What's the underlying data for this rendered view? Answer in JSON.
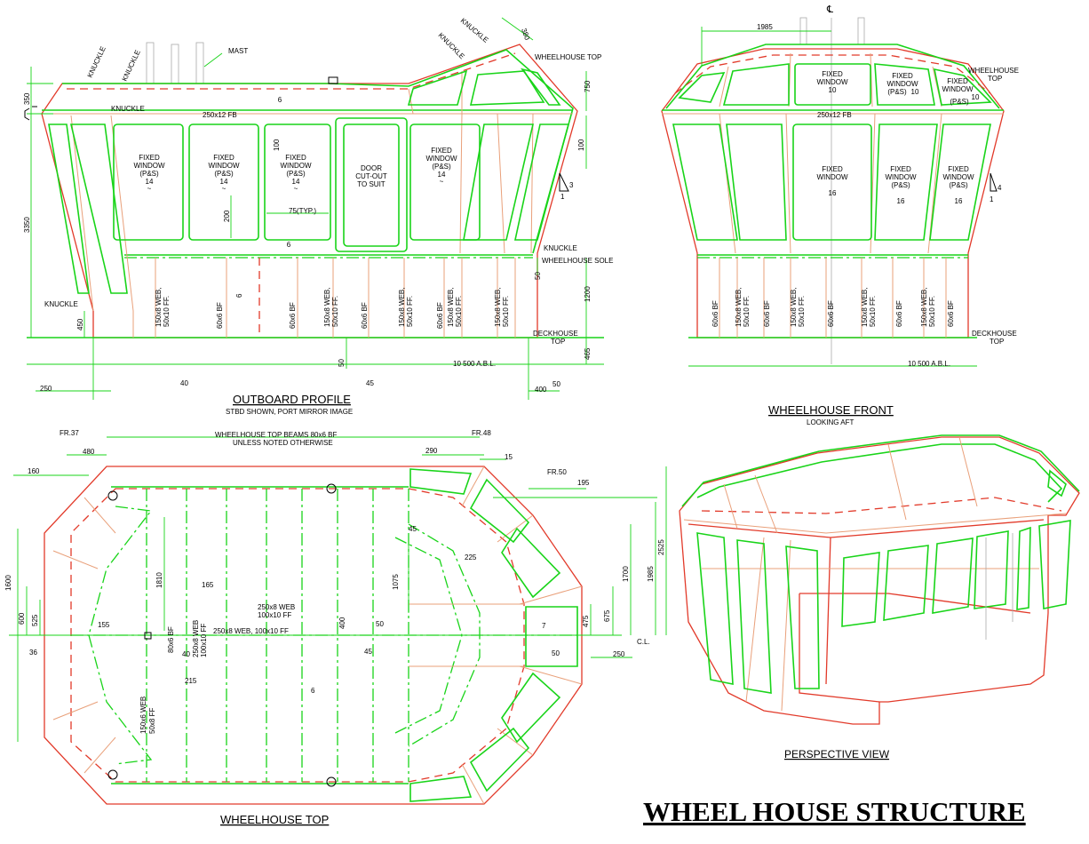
{
  "title": "WHEEL HOUSE STRUCTURE",
  "views": {
    "outboard": {
      "title": "OUTBOARD PROFILE",
      "subtitle": "STBD SHOWN, PORT MIRROR IMAGE",
      "knuckle": "KNUCKLE",
      "mast": "MAST",
      "wh_top": "WHEELHOUSE TOP",
      "wh_sole": "WHEELHOUSE SOLE",
      "dh_top_1": "DECKHOUSE",
      "dh_top_2": "TOP",
      "fb": "250x12 FB",
      "window_1": "FIXED",
      "window_2": "WINDOW",
      "window_3": "(P&S)",
      "window_n": "14",
      "door_1": "DOOR",
      "door_2": "CUT-OUT",
      "door_3": "TO SUIT",
      "typ": "75(TYP.)",
      "abl": "10 500 A.B.L.",
      "web_1": "150x8 WEB,",
      "web_2": "50x10 FF.",
      "bf": "60x6 BF",
      "six": "6",
      "tilde": "~",
      "dims": [
        "350",
        "3350",
        "450",
        "250",
        "40",
        "45",
        "50",
        "400",
        "50",
        "465",
        "1200",
        "50",
        "100",
        "750",
        "380",
        "200",
        "100",
        "3",
        "1"
      ]
    },
    "front": {
      "title": "WHEELHOUSE FRONT",
      "subtitle": "LOOKING AFT",
      "cl": "℄",
      "wh_top_1": "WHEELHOUSE",
      "wh_top_2": "TOP",
      "dh_top_1": "DECKHOUSE",
      "dh_top_2": "TOP",
      "fb": "250x12 FB",
      "window_1": "FIXED",
      "window_2": "WINDOW",
      "window_3": "(P&S)",
      "n10": "10",
      "n16": "16",
      "abl": "10 500 A.B.L.",
      "dims": [
        "1985",
        "4",
        "1"
      ]
    },
    "top": {
      "title": "WHEELHOUSE TOP",
      "beams_1": "WHEELHOUSE TOP BEAMS 80x6 BF",
      "beams_2": "UNLESS NOTED OTHERWISE",
      "fr37": "FR.37",
      "fr48": "FR.48",
      "fr50": "FR.50",
      "cl": "C.L.",
      "web_a_1": "250x8 WEB",
      "web_a_2": "100x10 FF",
      "web_b": "250x8 WEB, 100x10 FF",
      "web_c_1": "250x8 WEB",
      "web_c_2": "100x10 FF",
      "bf": "80x6 BF",
      "ff_1": "150x6 WEB",
      "ff_2": "50x8 FF",
      "dims": [
        "480",
        "160",
        "290",
        "15",
        "195",
        "1600",
        "600",
        "525",
        "36",
        "155",
        "1810",
        "165",
        "40",
        "215",
        "1075",
        "45",
        "225",
        "400",
        "50",
        "45",
        "7",
        "50",
        "475",
        "675",
        "250",
        "1700",
        "1985",
        "2525",
        "6"
      ]
    },
    "perspective": {
      "title": "PERSPECTIVE VIEW"
    }
  }
}
